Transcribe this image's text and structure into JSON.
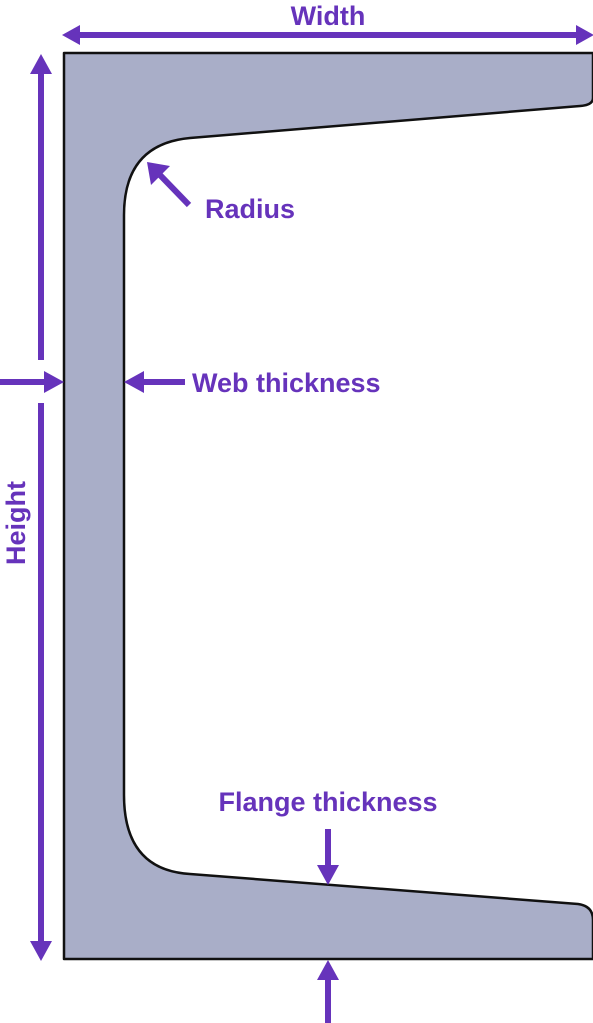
{
  "labels": {
    "width": "Width",
    "height": "Height",
    "radius": "Radius",
    "web_thickness": "Web thickness",
    "flange_thickness": "Flange thickness"
  },
  "colors": {
    "accent": "#6633BB",
    "section_fill": "#A9AEC8",
    "section_stroke": "#111111",
    "background": "#FFFFFF"
  }
}
